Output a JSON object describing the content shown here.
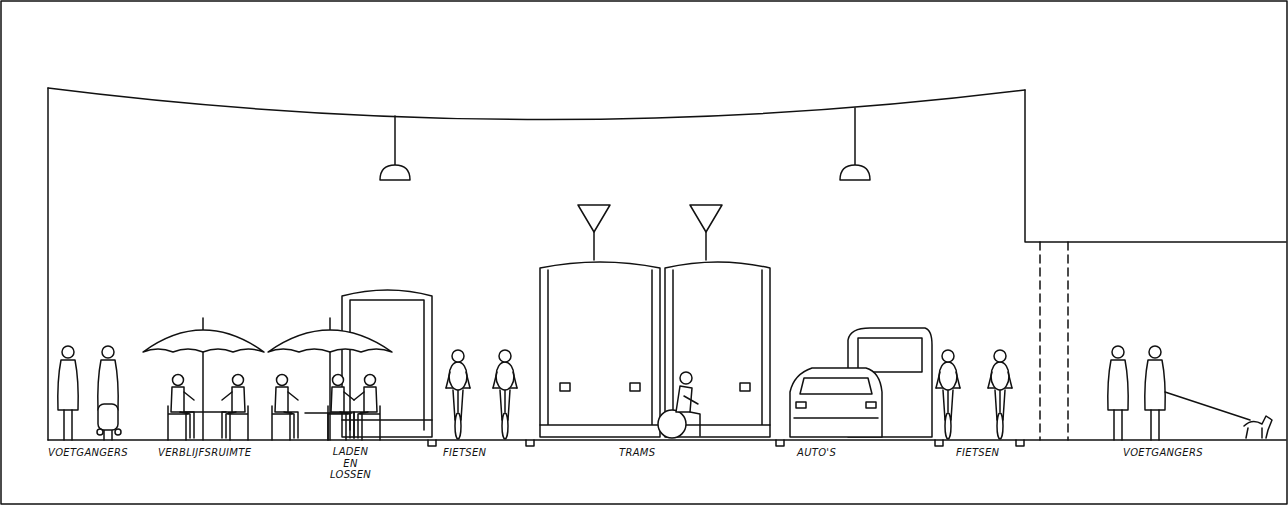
{
  "diagram": {
    "labels": [
      "VOETGANGERS",
      "VERBLIJFSRUIMTE",
      "LADEN EN LOSSEN",
      "FIETSEN",
      "TRAMS",
      "AUTO'S",
      "FIETSEN",
      "VOETGANGERS"
    ]
  }
}
